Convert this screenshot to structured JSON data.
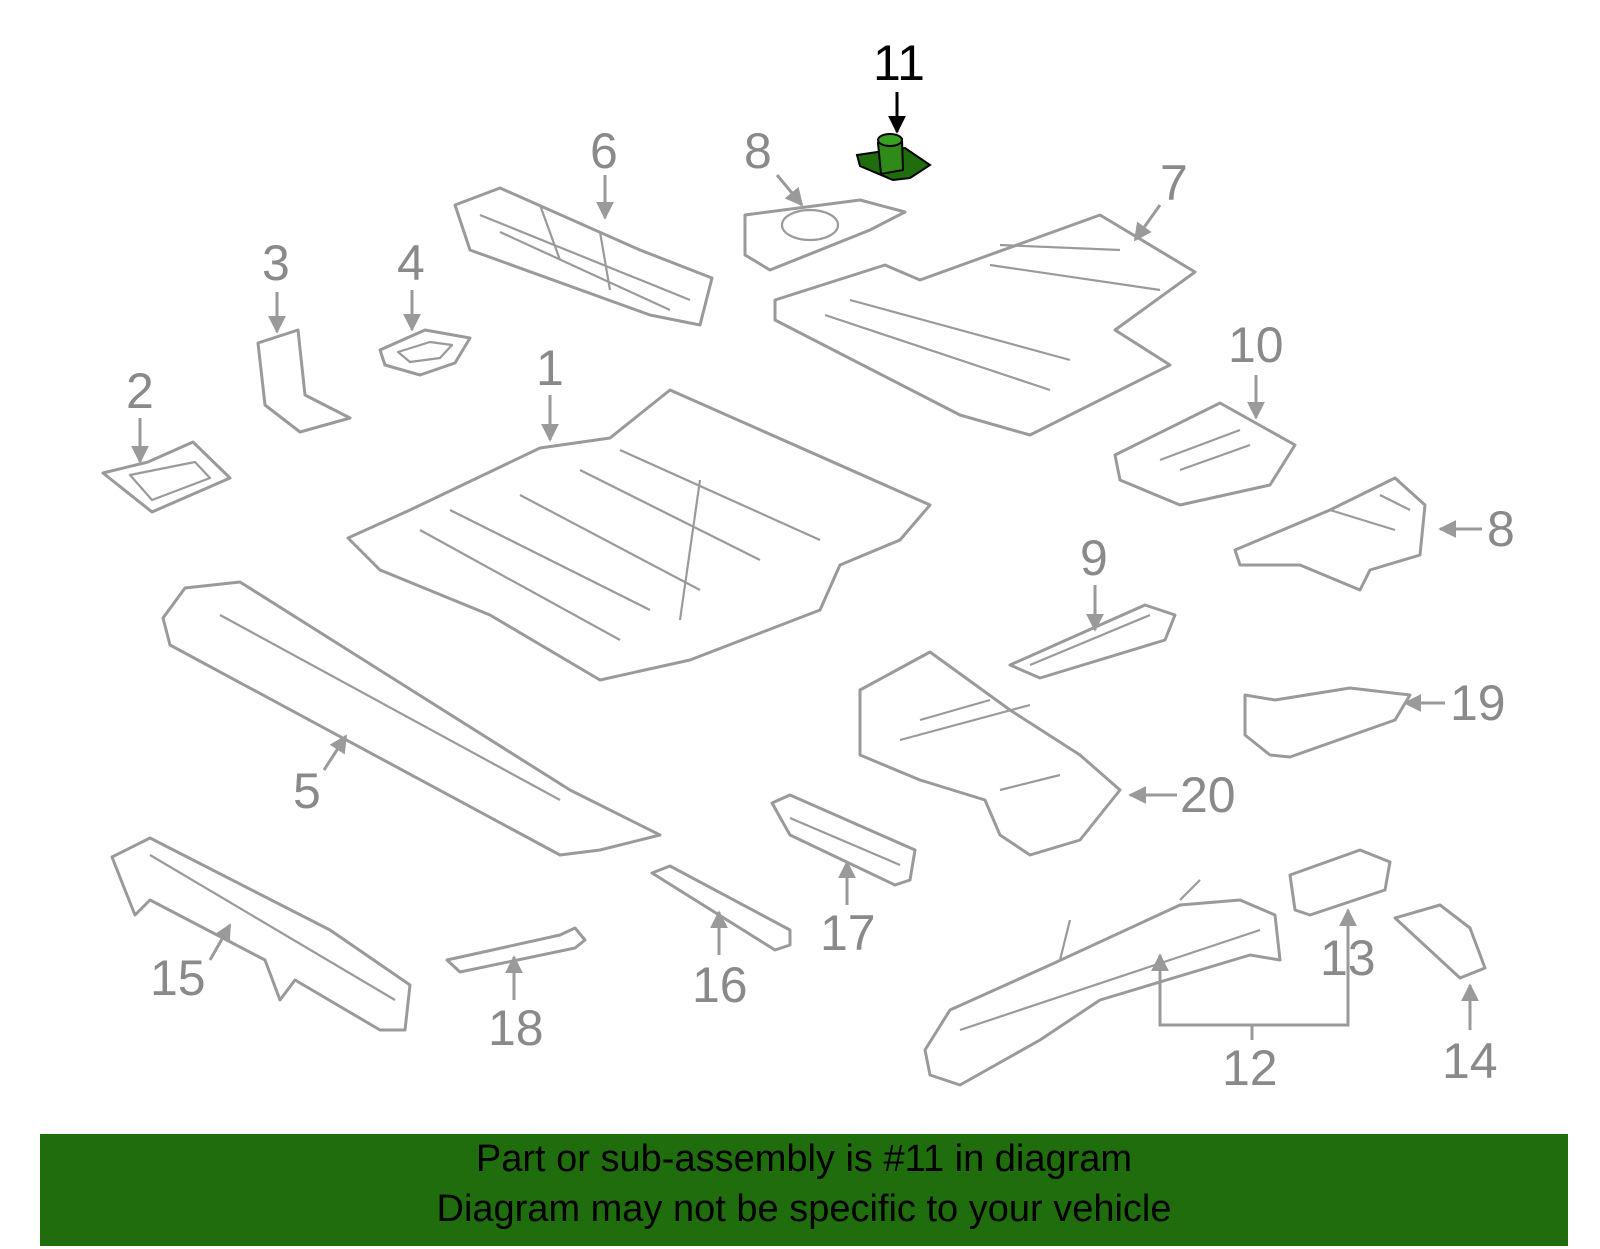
{
  "accent_color": "#1f6d0c",
  "part_color": "#9a9a9a",
  "highlight_part": "11",
  "callouts": {
    "c1": "1",
    "c2": "2",
    "c3": "3",
    "c4": "4",
    "c5": "5",
    "c6": "6",
    "c7": "7",
    "c8a": "8",
    "c8b": "8",
    "c9": "9",
    "c10": "10",
    "c11": "11",
    "c12": "12",
    "c13": "13",
    "c14": "14",
    "c15": "15",
    "c16": "16",
    "c17": "17",
    "c18": "18",
    "c19": "19",
    "c20": "20"
  },
  "banner": {
    "line1": "Part or sub-assembly is #11 in diagram",
    "line2": "Diagram may not be specific to your vehicle"
  }
}
